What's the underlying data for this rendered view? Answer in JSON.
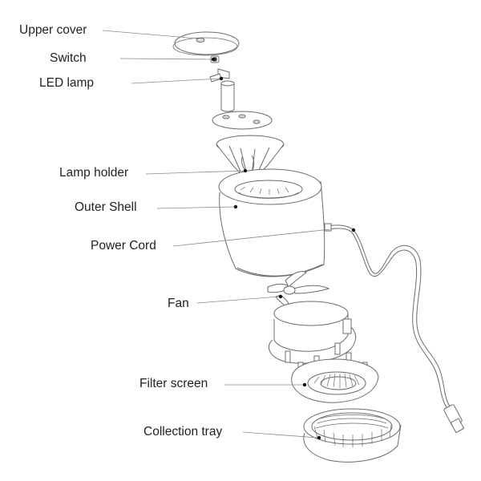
{
  "labels": {
    "upper_cover": "Upper cover",
    "switch": "Switch",
    "led_lamp": "LED lamp",
    "lamp_holder": "Lamp holder",
    "outer_shell": "Outer Shell",
    "power_cord": "Power Cord",
    "fan": "Fan",
    "filter_screen": "Filter screen",
    "collection_tray": "Collection tray"
  },
  "colors": {
    "line": "#6b6b6b",
    "text": "#222222",
    "fill": "#ffffff",
    "dot": "#111111"
  }
}
